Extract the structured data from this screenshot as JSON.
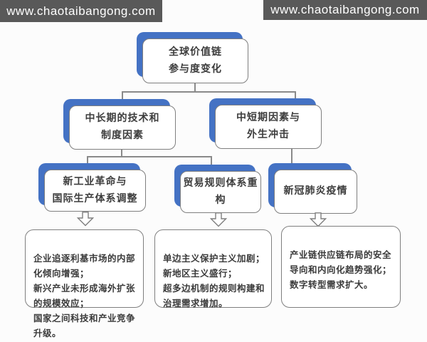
{
  "banners": {
    "top_text": "www.chaotaibangong.com",
    "bottom_text": "www.chaotaibangong.com"
  },
  "colors": {
    "accent_blue": "#4472C4",
    "box_border": "#7F7F7F",
    "connector": "#8A8A8A",
    "banner_bg": "#595959",
    "banner_text": "#FFFFFF",
    "text": "#3D3D3D",
    "background": "#FCFCFC"
  },
  "diagram": {
    "type": "flowchart",
    "root": {
      "label": "全球价值链\n参与度变化"
    },
    "level2": [
      {
        "label": "中长期的技术和\n制度因素"
      },
      {
        "label": "中短期因素与\n外生冲击"
      }
    ],
    "level3": [
      {
        "label": "新工业革命与\n国际生产体系调整"
      },
      {
        "label": "贸易规则体系重构"
      },
      {
        "label": "新冠肺炎疫情"
      }
    ],
    "details": [
      {
        "text": "企业追逐利基市场的内部化倾向增强；\n新兴产业未形成海外扩张的规模效应；\n国家之间科技和产业竞争升级。"
      },
      {
        "text": "单边主义保护主义加剧；\n新地区主义盛行；\n超多边机制的规则构建和治理需求增加。"
      },
      {
        "text": "产业链供应链布局的安全导向和内向化趋势强化；\n数字转型需求扩大。"
      }
    ],
    "edges": [
      "root->level2.0",
      "root->level2.1",
      "level2.0->level3.0",
      "level2.0->level3.1",
      "level2.1->level3.2",
      "level3.0->details.0",
      "level3.1->details.1",
      "level3.2->details.2"
    ]
  }
}
